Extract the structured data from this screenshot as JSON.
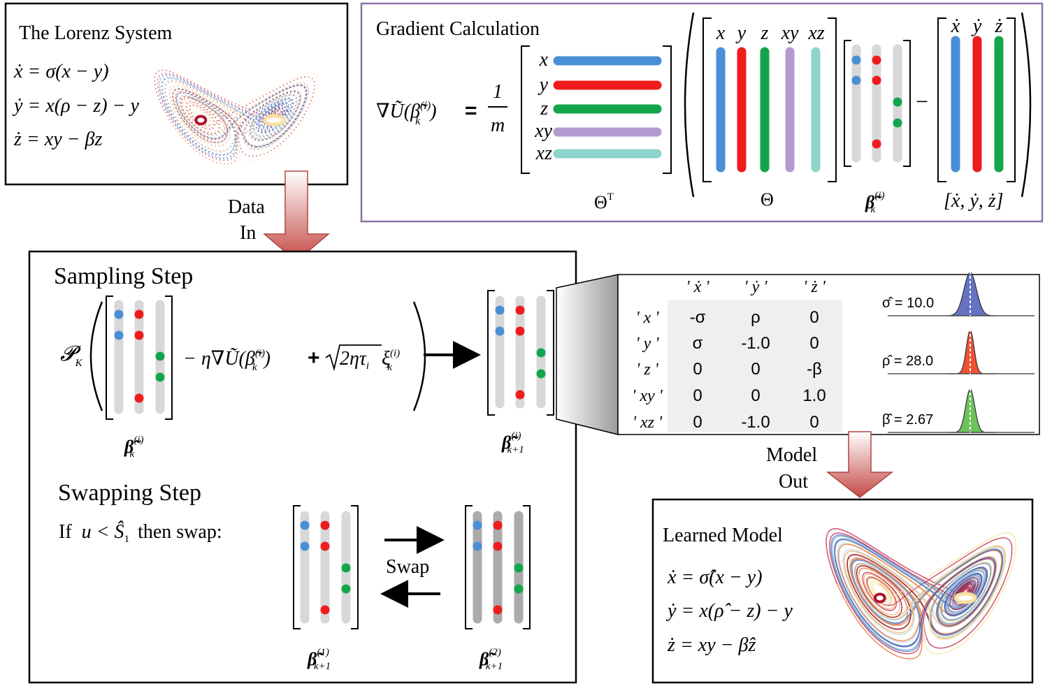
{
  "lorenz": {
    "title": "The Lorenz System",
    "eq1": "ẋ = σ(x − y)",
    "eq2": "ẏ = x(ρ − z) − y",
    "eq3": "ż = xy − βz"
  },
  "gradient": {
    "title": "Gradient Calculation",
    "lhs": "∇Ũ(β̃",
    "lhs_sup": "(i)",
    "lhs_sub": "k",
    "lhs_close": ")",
    "equals": "=",
    "frac_num": "1",
    "frac_den": "m",
    "row_labels": [
      "x",
      "y",
      "z",
      "xy",
      "xz"
    ],
    "col_labels": [
      "x",
      "y",
      "z",
      "xy",
      "xz"
    ],
    "deriv_labels": [
      "ẋ",
      "ẏ",
      "ż"
    ],
    "minus": "−",
    "theta_t": "Θ",
    "theta_t_sup": "T",
    "theta": "Θ",
    "beta_label": "β̃",
    "beta_sup": "(i)",
    "beta_sub": "k",
    "deriv_caption": "[ẋ, ẏ, ż]"
  },
  "arrows": {
    "data_in": [
      "Data",
      "In"
    ],
    "model_out": [
      "Model",
      "Out"
    ]
  },
  "sampling": {
    "title": "Sampling Step",
    "proj": "𝓟",
    "proj_sub": "K",
    "term_minus": "−  η∇Ũ(β̃",
    "term_sup": "(i)",
    "term_sub": "k",
    "term_close": ")",
    "term_plus": "+",
    "sqrt_body": "2ητ",
    "sqrt_sub": "i",
    "xi": "ξ",
    "xi_sup": "(i)",
    "xi_sub": "k",
    "beta_in": "β̃",
    "beta_in_sup": "(i)",
    "beta_in_sub": "k",
    "beta_out": "β̃",
    "beta_out_sup": "(i)",
    "beta_out_sub": "k+1"
  },
  "swapping": {
    "title": "Swapping Step",
    "cond_if": "If",
    "cond_expr": "u < Ŝ",
    "cond_sub": "1",
    "cond_then": "then swap:",
    "swap": "Swap",
    "beta1": "β̃",
    "beta1_sup": "(1)",
    "beta1_sub": "k+1",
    "beta2": "β̃",
    "beta2_sup": "(2)",
    "beta2_sub": "k+1"
  },
  "coef_table": {
    "col_headers": [
      "' ẋ '",
      "' ẏ '",
      "' ż '"
    ],
    "row_headers": [
      "' x '",
      "' y '",
      "' z '",
      "' xy '",
      "' xz '"
    ],
    "cells": [
      [
        "-σ",
        "ρ",
        "0"
      ],
      [
        "σ",
        "-1.0",
        "0"
      ],
      [
        "0",
        "0",
        "-β"
      ],
      [
        "0",
        "0",
        "1.0"
      ],
      [
        "0",
        "-1.0",
        "0"
      ]
    ],
    "column_colors": [
      "#1f77c4",
      "#e8101a",
      "#22a845"
    ]
  },
  "posteriors": [
    {
      "label": "σ̂ = 10.0",
      "color": "#6672c2"
    },
    {
      "label": "ρ̂ = 28.0",
      "color": "#f05232"
    },
    {
      "label": "β̂ = 2.67",
      "color": "#6bc35a"
    }
  ],
  "learned": {
    "title": "Learned Model",
    "eq1": "ẋ = σ̂(x − y)",
    "eq2": "ẏ = x(ρ̂ − z) − y",
    "eq3": "ż = xy − β̂z"
  },
  "colors": {
    "blue": "#4a8fd6",
    "red": "#ee1c1c",
    "green": "#14a54c",
    "purple": "#b39bcf",
    "teal": "#8ed3cc",
    "bar_light": "#d8d8d8",
    "bar_dark": "#ababab",
    "panel_border": "#8a73a6",
    "arrow": "#c8504a"
  }
}
